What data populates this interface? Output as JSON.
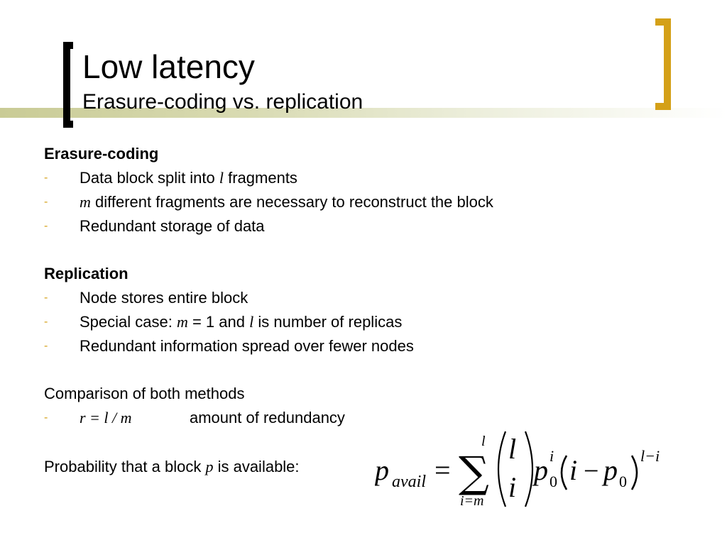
{
  "slide": {
    "title": "Low latency",
    "subtitle": "Erasure-coding vs. replication"
  },
  "erasure": {
    "heading": "Erasure-coding",
    "b1_pre": "Data block split into ",
    "b1_var": "l",
    "b1_post": " fragments",
    "b2_var": "m",
    "b2_post": " different fragments are necessary to reconstruct the block",
    "b3": "Redundant storage of data"
  },
  "replication": {
    "heading": "Replication",
    "b1": "Node stores entire block",
    "b2_pre": "Special case: ",
    "b2_var1": "m",
    "b2_mid": " = 1 and ",
    "b2_var2": "l",
    "b2_post": " is number of replicas",
    "b3": "Redundant information spread over fewer nodes"
  },
  "comparison": {
    "heading": "Comparison of both methods",
    "formula": "r = l / m",
    "desc": "amount of redundancy"
  },
  "probability": {
    "pre": "Probability that a block ",
    "var": "p",
    "post": " is available:"
  },
  "bullet_char": "-",
  "formula": {
    "p": "p",
    "avail": "avail",
    "eq": "=",
    "sigma": "∑",
    "upper": "l",
    "lower": "i=m",
    "binom_top": "l",
    "binom_bottom": "i",
    "p0": "p",
    "zero": "0",
    "exp_i": "i",
    "inner_i": "i",
    "minus": "−",
    "p0b": "p",
    "zero_b": "0",
    "exp_outer": "l−i"
  },
  "colors": {
    "accent": "#d4a017",
    "band": "#c9cb95"
  }
}
